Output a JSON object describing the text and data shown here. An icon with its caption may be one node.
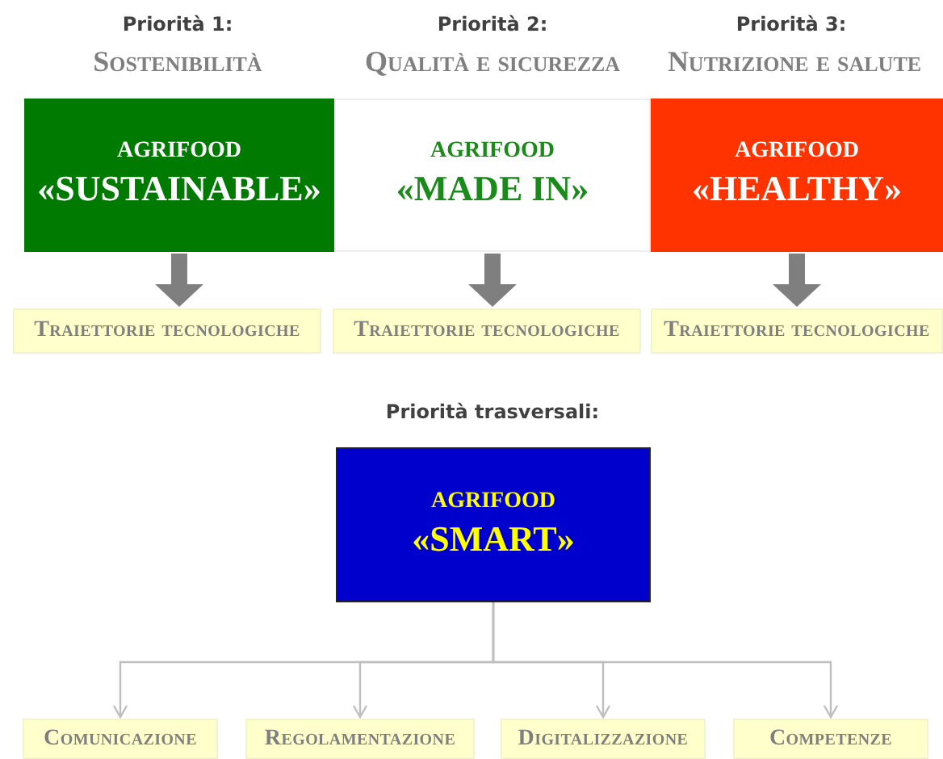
{
  "diagram": {
    "nodes": [
      {
        "text": [
          "AGRIFOOD",
          "«SUSTAINABLE»"
        ]
      },
      {
        "text": [
          "AGRIFOOD",
          "«MADE IN»"
        ]
      },
      {
        "text": [
          "AGRIFOOD",
          "«HEALTHY»"
        ]
      },
      {
        "text": [
          "Traiettorie tecnologiche"
        ]
      },
      {
        "text": [
          "Traiettorie tecnologiche"
        ]
      },
      {
        "text": [
          "Traiettorie tecnologiche"
        ]
      },
      {
        "text": [
          "AGRIFOOD",
          "«SMART»"
        ]
      },
      {
        "text": [
          "Comunicazione"
        ]
      },
      {
        "text": [
          "Regolamentazione"
        ]
      },
      {
        "text": [
          "Digitalizzazione"
        ]
      },
      {
        "text": [
          "Competenze"
        ]
      }
    ],
    "edges": [
      {
        "from": 0,
        "to": 3,
        "arrow": "to",
        "style": "thick",
        "color": "#7f7f7f"
      },
      {
        "from": 1,
        "to": 4,
        "arrow": "to",
        "style": "thick",
        "color": "#7f7f7f"
      },
      {
        "from": 2,
        "to": 5,
        "arrow": "to",
        "style": "thick",
        "color": "#7f7f7f"
      },
      {
        "from": 6,
        "to": 7,
        "arrow": "to"
      },
      {
        "from": 6,
        "to": 8,
        "arrow": "to"
      },
      {
        "from": 6,
        "to": 9,
        "arrow": "to"
      },
      {
        "from": 6,
        "to": 10,
        "arrow": "to"
      }
    ],
    "labels": [
      "Priorità 1:",
      "Sostenibilità",
      "Priorità 2:",
      "Qualità e sicurezza",
      "Priorità 3:",
      "Nutrizione e salute",
      "Priorità trasversali:"
    ]
  }
}
